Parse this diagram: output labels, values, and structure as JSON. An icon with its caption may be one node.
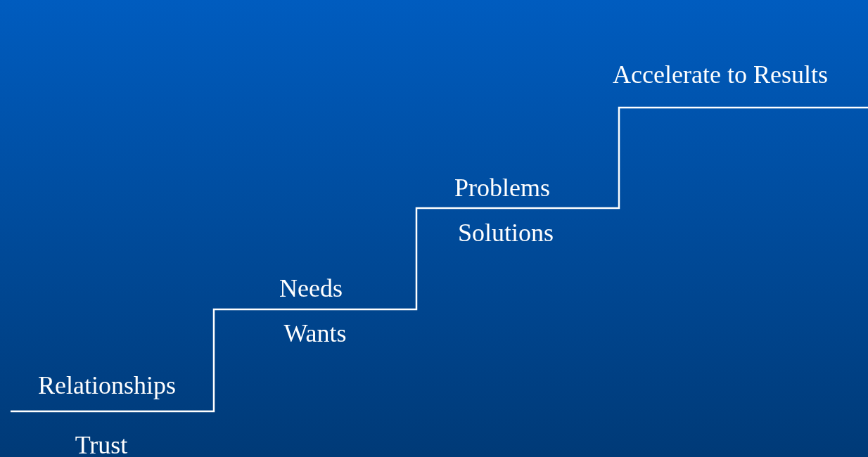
{
  "diagram": {
    "labels": [
      "Accelerate to Results",
      "Problems",
      "Solutions",
      "Needs",
      "Wants",
      "Relationships",
      "Trust"
    ]
  }
}
